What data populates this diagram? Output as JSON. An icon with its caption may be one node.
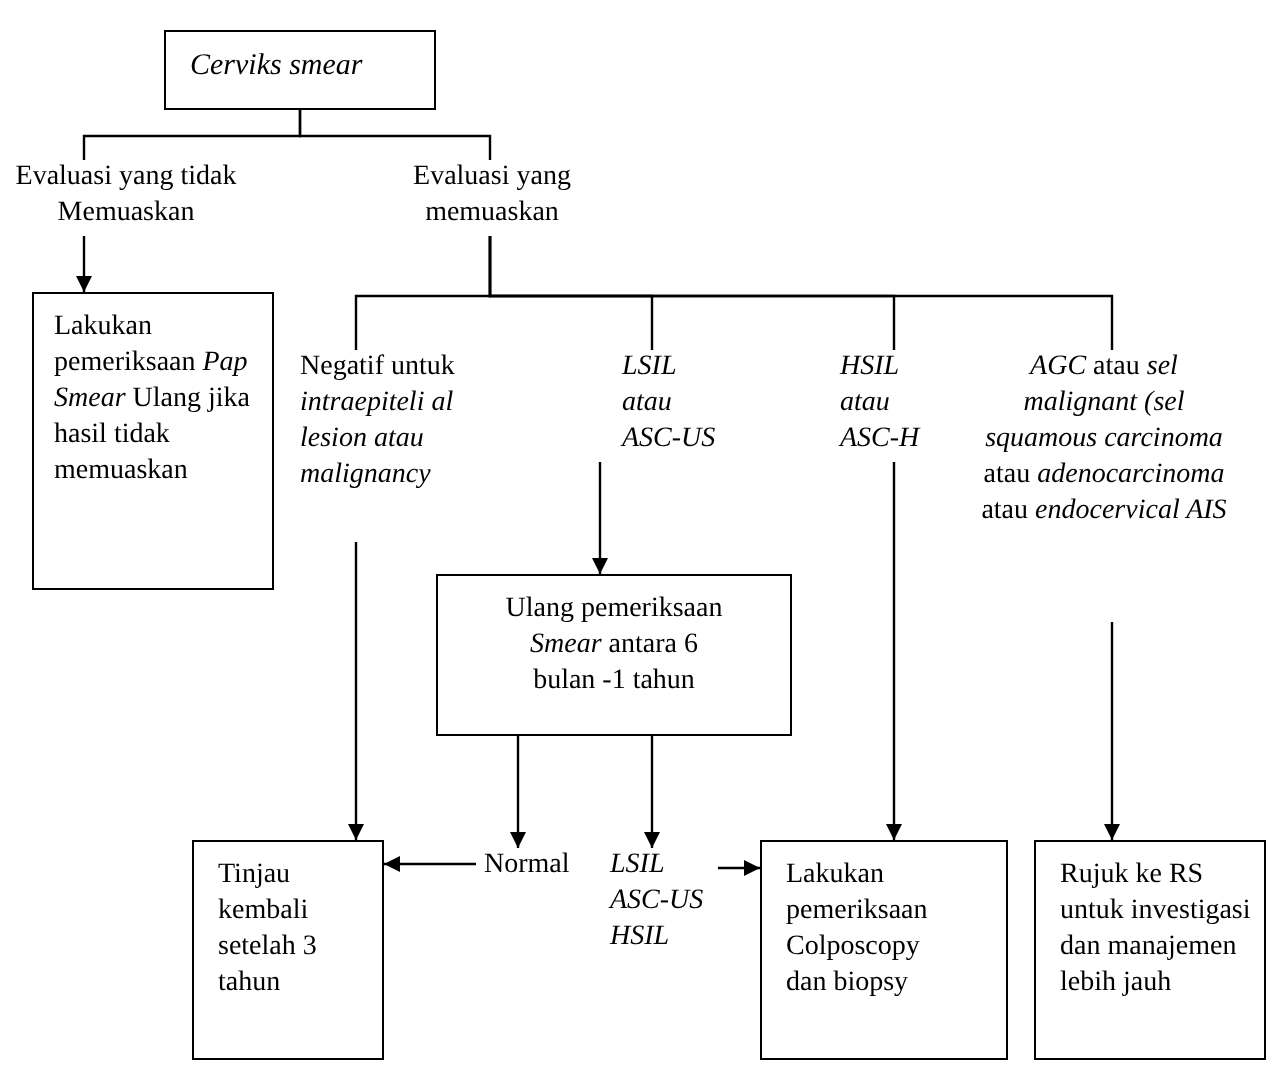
{
  "diagram": {
    "nodes": [
      {
        "text": [
          "Cerviks smear"
        ]
      },
      {
        "text": [
          "Evaluasi yang tidak Memuaskan"
        ]
      },
      {
        "text": [
          "Evaluasi yang memuaskan"
        ]
      },
      {
        "text": [
          "Lakukan pemeriksaan *Pap Smear* Ulang jika hasil tidak memuaskan"
        ]
      },
      {
        "text": [
          "Negatif untuk *intraepiteli al lesion atau malignancy*"
        ]
      },
      {
        "text": [
          "LSIL atau ASC-US"
        ]
      },
      {
        "text": [
          "HSIL atau ASC-H"
        ]
      },
      {
        "text": [
          "*AGC* atau *sel malignant (sel squamous carcinoma* atau *adenocarcinoma* atau *endocervical AIS*"
        ]
      },
      {
        "text": [
          "Ulang pemeriksaan *Smear* antara 6 bulan -1 tahun"
        ]
      },
      {
        "text": [
          "Tinjau kembali setelah 3 tahun"
        ]
      },
      {
        "text": [
          "Normal"
        ]
      },
      {
        "text": [
          "LSIL ASC-US HSIL"
        ]
      },
      {
        "text": [
          "Lakukan pemeriksaan Colposcopy dan biopsy"
        ]
      },
      {
        "text": [
          "Rujuk ke RS untuk investigasi dan manajemen lebih jauh"
        ]
      }
    ],
    "edges": [
      {
        "from": 0,
        "to": 1,
        "arrow": "none"
      },
      {
        "from": 0,
        "to": 2,
        "arrow": "none"
      },
      {
        "from": 1,
        "to": 3,
        "arrow": "to"
      },
      {
        "from": 2,
        "to": 4,
        "arrow": "none"
      },
      {
        "from": 2,
        "to": 5,
        "arrow": "none"
      },
      {
        "from": 2,
        "to": 6,
        "arrow": "none"
      },
      {
        "from": 2,
        "to": 7,
        "arrow": "none"
      },
      {
        "from": 4,
        "to": 9,
        "arrow": "to"
      },
      {
        "from": 5,
        "to": 8,
        "arrow": "to"
      },
      {
        "from": 6,
        "to": 12,
        "arrow": "to"
      },
      {
        "from": 7,
        "to": 13,
        "arrow": "to"
      },
      {
        "from": 8,
        "to": 10,
        "arrow": "to"
      },
      {
        "from": 8,
        "to": 11,
        "arrow": "to"
      },
      {
        "from": 10,
        "to": 9,
        "arrow": "to"
      },
      {
        "from": 11,
        "to": 12,
        "arrow": "to"
      }
    ]
  }
}
